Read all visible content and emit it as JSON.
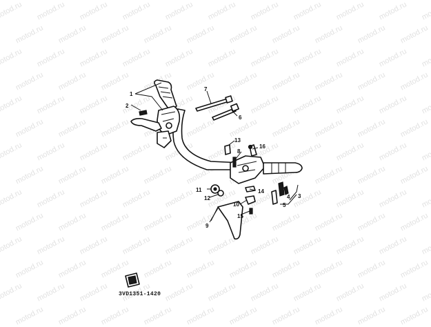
{
  "watermark": "motod.ru",
  "diagram_code": "3VD1351-1420",
  "callouts": [
    "1",
    "2",
    "3",
    "4",
    "5",
    "6",
    "7",
    "8",
    "9",
    "10",
    "11",
    "12",
    "13",
    "14",
    "15",
    "16"
  ]
}
